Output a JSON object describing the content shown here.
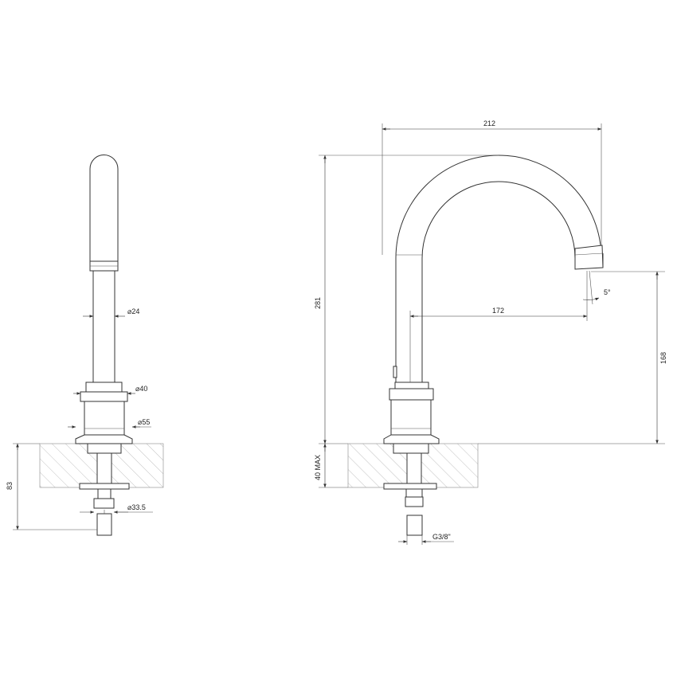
{
  "side_view": {
    "dimensions": {
      "tube_diameter": "⌀24",
      "collar_diameter": "⌀40",
      "body_diameter": "⌀55",
      "connector_diameter": "⌀33.5",
      "under_counter_height": "83"
    }
  },
  "front_view": {
    "dimensions": {
      "total_height": "281",
      "counter_thickness": "40 MAX",
      "spout_reach_outer": "212",
      "spout_reach": "172",
      "spout_angle": "5°",
      "spout_height": "168",
      "thread": "G3/8\""
    }
  }
}
